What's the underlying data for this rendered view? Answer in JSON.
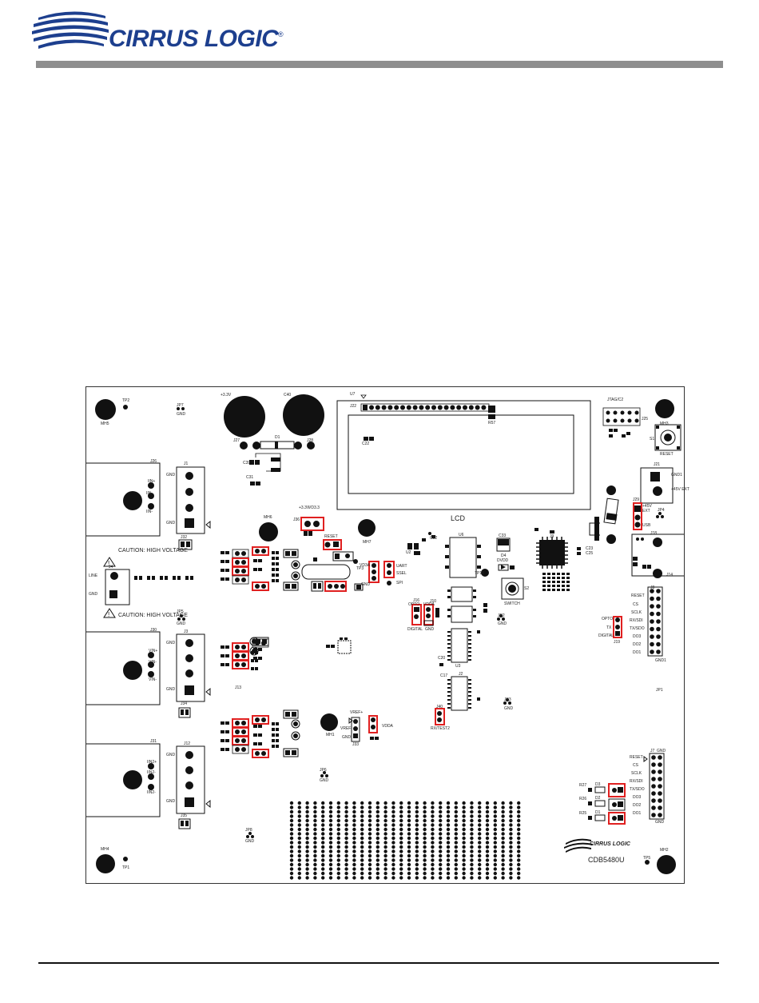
{
  "header": {
    "logo_text": "CIRRUS LOGIC",
    "logo_mark": "®",
    "brand_color": "#1d3f8e",
    "bar_color": "#8e8e8e"
  },
  "board": {
    "model": "CDB5480U",
    "lcd_label": "LCD",
    "caution_1": "CAUTION: HIGH VOLTAGE",
    "caution_2": "CAUTION: HIGH VOLTAGE",
    "logo_small": "CIRRUS LOGIC",
    "highlight_color": "#e02020",
    "labels": {
      "mh5": "MH5",
      "tp2": "TP2",
      "jp7": "JP7",
      "gnd_a": "GND",
      "v33": "+3.3V",
      "c40": "C40",
      "j27": "J27",
      "d1": "D1",
      "j28": "J28",
      "c39": "C39",
      "c31": "C31",
      "u7": "U7",
      "j22": "J22",
      "r57": "R57",
      "c22": "C22",
      "jtag": "JTAG/C2",
      "j25": "J25",
      "mh3": "MH3",
      "s1": "S1",
      "reset_top": "RESET",
      "j21": "J21",
      "gnd1": "GND1",
      "v45ext": "+45V EXT",
      "j29": "J29",
      "v45": "+45V",
      "ext": "EXT",
      "usb": "USB",
      "jp4": "JP4",
      "j18": "J18",
      "j14": "J14",
      "j26": "J26",
      "j1": "J1",
      "gnd_j1a": "GND",
      "gnd_j1b": "GND",
      "ina": "IIN+",
      "inb": "IIN-",
      "inc": "IIN-",
      "j32": "J32",
      "j4": "J4",
      "line": "LINE",
      "gnd_j4": "GND",
      "mh6": "MH6",
      "mh7": "MH7",
      "j36": "J36",
      "v33b": "+3.3V",
      "vd3p3": "VD3.3",
      "reset_mid": "RESET",
      "tp3": "TP3",
      "vd3a": "VD3A",
      "u2": "U2",
      "uart": "UART",
      "ssel": "SSEL",
      "spi": "SPI",
      "gnd_mid": "GND",
      "c32": "C32",
      "u6": "U6",
      "c33": "C33",
      "d4": "D4",
      "dvd": "DVDD",
      "tp10": "TP10",
      "switch": "SWITCH",
      "s2": "S2",
      "j9": "J9",
      "c23": "C23",
      "c25": "C25",
      "j19": "J19",
      "j8": "J8",
      "reset_j8": "RESET",
      "cs": "CS",
      "sclk": "SCLK",
      "rxsdi": "RX/SDI",
      "txsdo": "TX/SDO",
      "do3": "DO3",
      "do2": "DO2",
      "do1": "DO1",
      "gnd_j8": "GND1",
      "opto": "OPTO",
      "tx": "TX",
      "digital": "DIGITAL",
      "j10": "J10",
      "j16": "J16",
      "opto_b": "OPTO",
      "digital_b": "DIGITAL",
      "vdda": "VDDA",
      "gnd_b": "GND",
      "jp2": "JP2",
      "gnd_jp2": "GND",
      "jp5": "JP5",
      "gnd_jp5": "GND",
      "j30": "J30",
      "j3": "J3",
      "gnd_j3a": "GND",
      "gnd_j3b": "GND",
      "vin1": "VIN+",
      "vin2": "VIN-",
      "vin3": "VIN-",
      "j13": "J13",
      "j34": "J34",
      "u3": "U3",
      "c20": "C20",
      "j2": "J2",
      "c17": "C17",
      "jp3": "JP3",
      "gnd_jp3": "GND",
      "j41": "J41",
      "j40": "J40",
      "rxtest": "RX/TEST2",
      "mh1": "MH1",
      "vrefa": "VREF+",
      "vref": "VREF-",
      "gnd_vref": "GND",
      "j33": "J33",
      "vdda_b": "VDDA",
      "j31": "J31",
      "j12": "J12",
      "gnd_j12a": "GND",
      "gnd_j12b": "GND",
      "iin1": "IIN2+",
      "iin2": "IIN2-",
      "iin3": "IIN2-",
      "j35": "J35",
      "jp6": "JP6",
      "gnd_jp6": "GND",
      "jp8": "JP8",
      "gnd_jp8": "GND",
      "j7": "J7",
      "reset_j7": "RESET",
      "cs_b": "CS",
      "sclk_b": "SCLK",
      "rxsdi_b": "RX/SDI",
      "txsdo_b": "TX/SDO",
      "do3_b": "DO3",
      "do2_b": "DO2",
      "do1_b": "DO1",
      "gnd_j7": "GND",
      "mh4": "MH4",
      "tp1": "TP1",
      "mh2": "MH2",
      "tp5": "TP5",
      "d3": "D3",
      "d2": "D2",
      "d1b": "D1",
      "r27": "R27",
      "r26": "R26",
      "r25": "R25",
      "jp1": "JP1",
      "gnd_j7top": "GND"
    }
  }
}
